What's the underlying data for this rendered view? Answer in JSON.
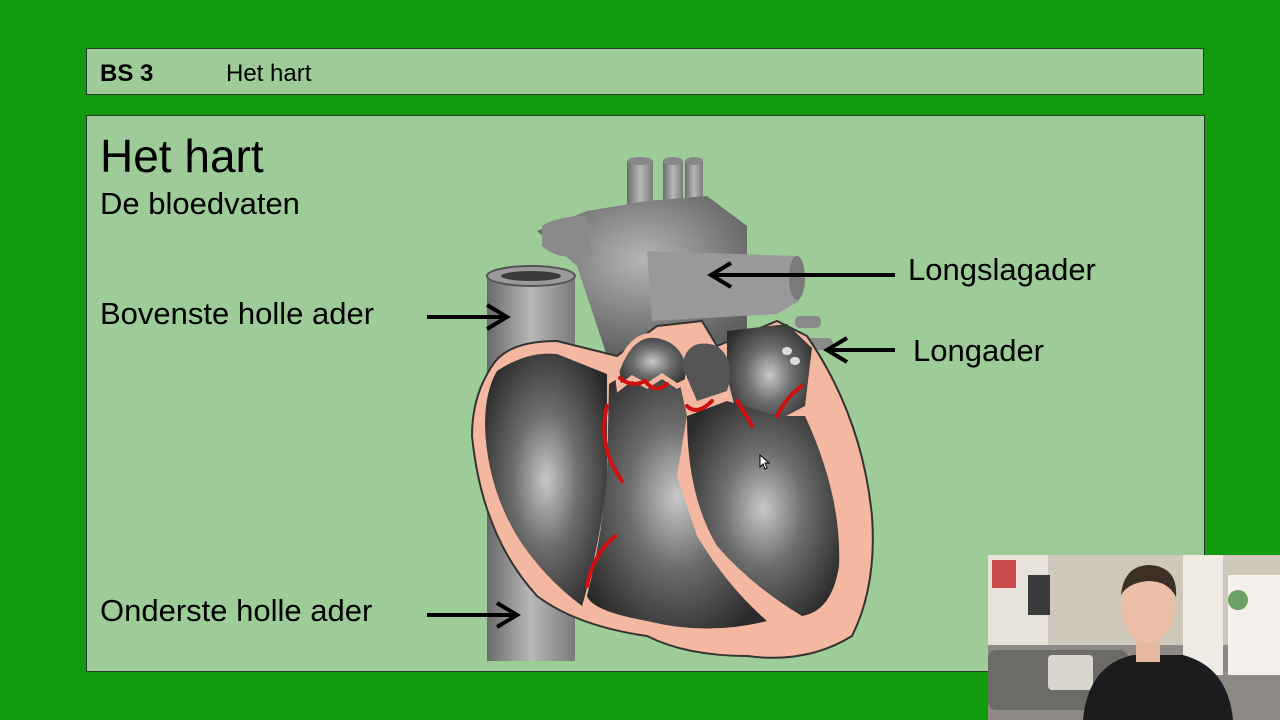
{
  "header": {
    "code": "BS 3",
    "title": "Het hart"
  },
  "slide": {
    "title": "Het hart",
    "subtitle": "De bloedvaten",
    "labels": {
      "vena_cava_superior": "Bovenste holle ader",
      "vena_cava_inferior": "Onderste holle ader",
      "pulmonary_artery": "Longslagader",
      "pulmonary_vein": "Longader"
    }
  },
  "colors": {
    "background": "#139b10",
    "panel": "#9ecc98",
    "heart_wall": "#f4b8a0",
    "valve_red": "#d01010"
  }
}
